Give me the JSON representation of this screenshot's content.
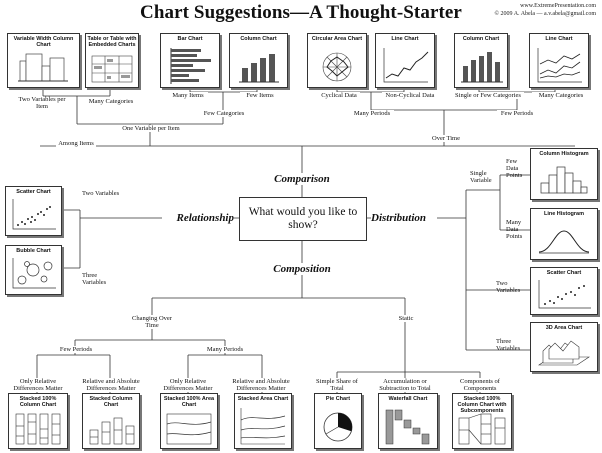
{
  "header": {
    "title": "Chart Suggestions—A Thought-Starter",
    "website": "www.ExtremePresentation.com",
    "credit": "© 2009  A. Abela — a.v.abela@gmail.com"
  },
  "center": {
    "question": "What would you like to show?"
  },
  "categories": {
    "comparison": "Comparison",
    "relationship": "Relationship",
    "distribution": "Distribution",
    "composition": "Composition"
  },
  "top_charts": [
    "Variable Width Column Chart",
    "Table or Table with Embedded Charts",
    "Bar Chart",
    "Column Chart",
    "Circular Area Chart",
    "Line Chart",
    "Column Chart",
    "Line Chart"
  ],
  "comparison_labels": {
    "two_vars": "Two Variables per Item",
    "many_cats": "Many Categories",
    "many_items": "Many Items",
    "few_items": "Few Items",
    "cyclical": "Cyclical Data",
    "non_cyclical": "Non-Cyclical Data",
    "single_few": "Single or Few Categories",
    "many_cats_2": "Many Categories",
    "few_categories": "Few Categories",
    "many_periods": "Many Periods",
    "few_periods": "Few Periods",
    "one_var": "One Variable per Item",
    "among_items": "Among Items",
    "over_time": "Over Time"
  },
  "relationship": {
    "charts": [
      "Scatter Chart",
      "Bubble Chart"
    ],
    "two_vars": "Two Variables",
    "three_vars": "Three Variables"
  },
  "distribution": {
    "charts": [
      "Column Histogram",
      "Line Histogram",
      "Scatter Chart",
      "3D Area Chart"
    ],
    "single_var": "Single Variable",
    "few_points": "Few Data Points",
    "many_points": "Many Data Points",
    "two_vars": "Two Variables",
    "three_vars": "Three Variables"
  },
  "composition": {
    "changing": "Changing Over Time",
    "static": "Static",
    "few_periods": "Few Periods",
    "many_periods": "Many Periods",
    "only_rel_1": "Only Relative Differences Matter",
    "rel_abs_1": "Relative and Absolute Differences Matter",
    "only_rel_2": "Only Relative Differences Matter",
    "rel_abs_2": "Relative and Absolute Differences Matter",
    "simple_share": "Simple Share of Total",
    "accumulation": "Accumulation or Subtraction to Total",
    "components": "Components of Components",
    "charts": [
      "Stacked 100% Column Chart",
      "Stacked Column Chart",
      "Stacked 100% Area Chart",
      "Stacked Area Chart",
      "Pie Chart",
      "Waterfall Chart",
      "Stacked 100% Column Chart with Subcomponents"
    ]
  }
}
